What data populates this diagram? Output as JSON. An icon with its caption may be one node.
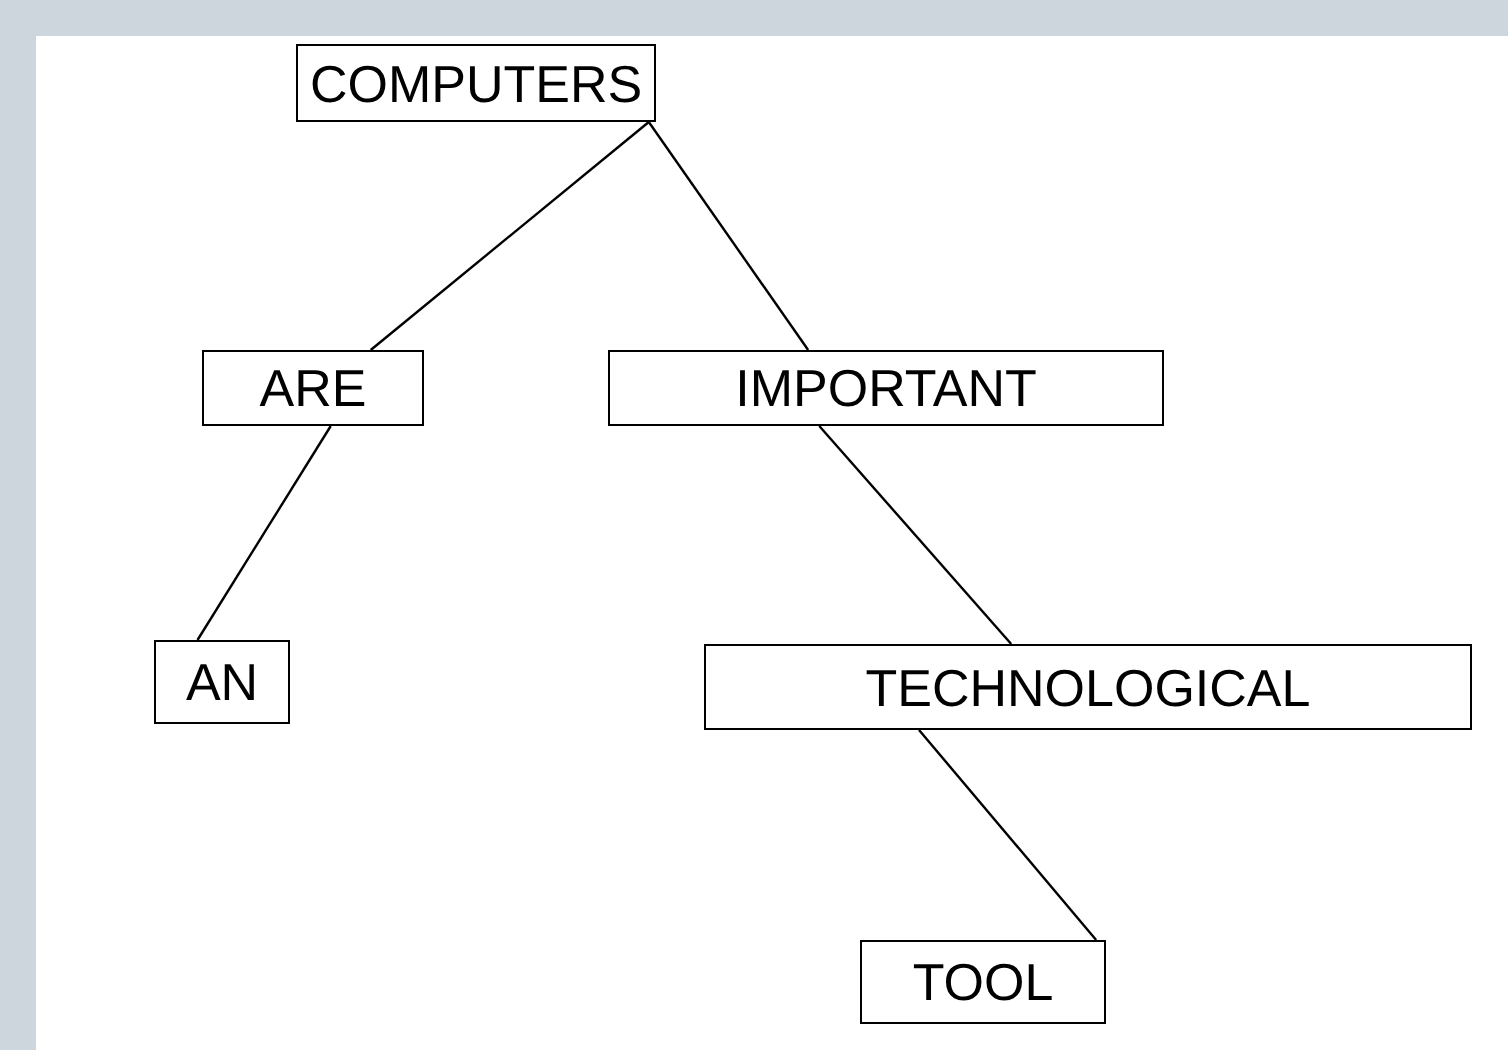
{
  "diagram": {
    "nodes": [
      {
        "text": [
          "COMPUTERS"
        ]
      },
      {
        "text": [
          "ARE"
        ]
      },
      {
        "text": [
          "IMPORTANT"
        ]
      },
      {
        "text": [
          "AN"
        ]
      },
      {
        "text": [
          "TECHNOLOGICAL"
        ]
      },
      {
        "text": [
          "TOOL"
        ]
      }
    ],
    "edges": [
      {
        "from": 0,
        "to": 1,
        "arrow": "none"
      },
      {
        "from": 0,
        "to": 2,
        "arrow": "none"
      },
      {
        "from": 1,
        "to": 3,
        "arrow": "none"
      },
      {
        "from": 2,
        "to": 4,
        "arrow": "none"
      },
      {
        "from": 4,
        "to": 5,
        "arrow": "none"
      }
    ]
  }
}
